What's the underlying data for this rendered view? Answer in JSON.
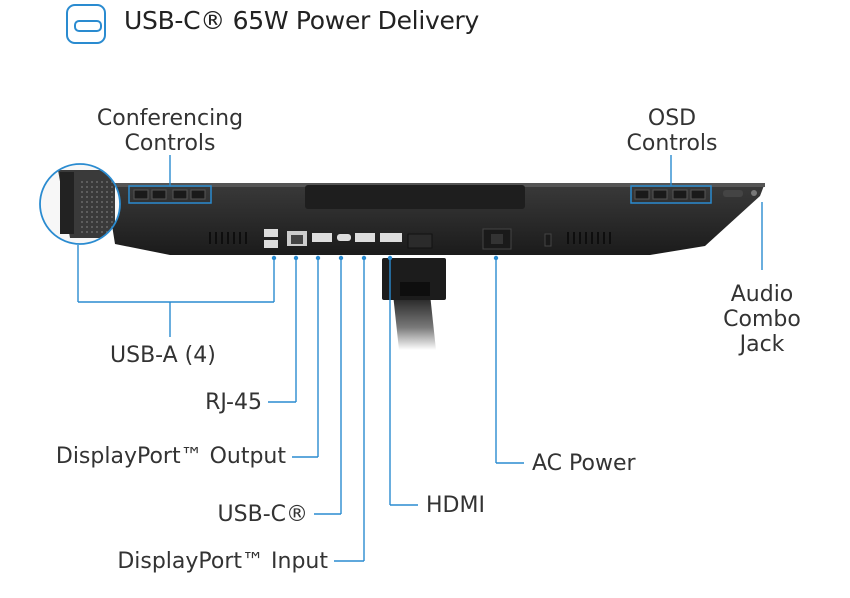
{
  "header": {
    "title": "USB-C® 65W Power Delivery",
    "icon": "usb-c-port-icon"
  },
  "labels": {
    "conferencing_controls_1": "Conferencing",
    "conferencing_controls_2": "Controls",
    "osd_controls_1": "OSD",
    "osd_controls_2": "Controls",
    "audio_combo_jack_1": "Audio",
    "audio_combo_jack_2": "Combo",
    "audio_combo_jack_3": "Jack",
    "usb_a": "USB-A (4)",
    "rj45": "RJ-45",
    "displayport_output": "DisplayPort™ Output",
    "usb_c": "USB-C®",
    "displayport_input": "DisplayPort™ Input",
    "hdmi": "HDMI",
    "ac_power": "AC Power"
  },
  "colors": {
    "accent": "#2a8bd0",
    "monitor_body": "#2b2b2b",
    "monitor_dark": "#151515"
  }
}
